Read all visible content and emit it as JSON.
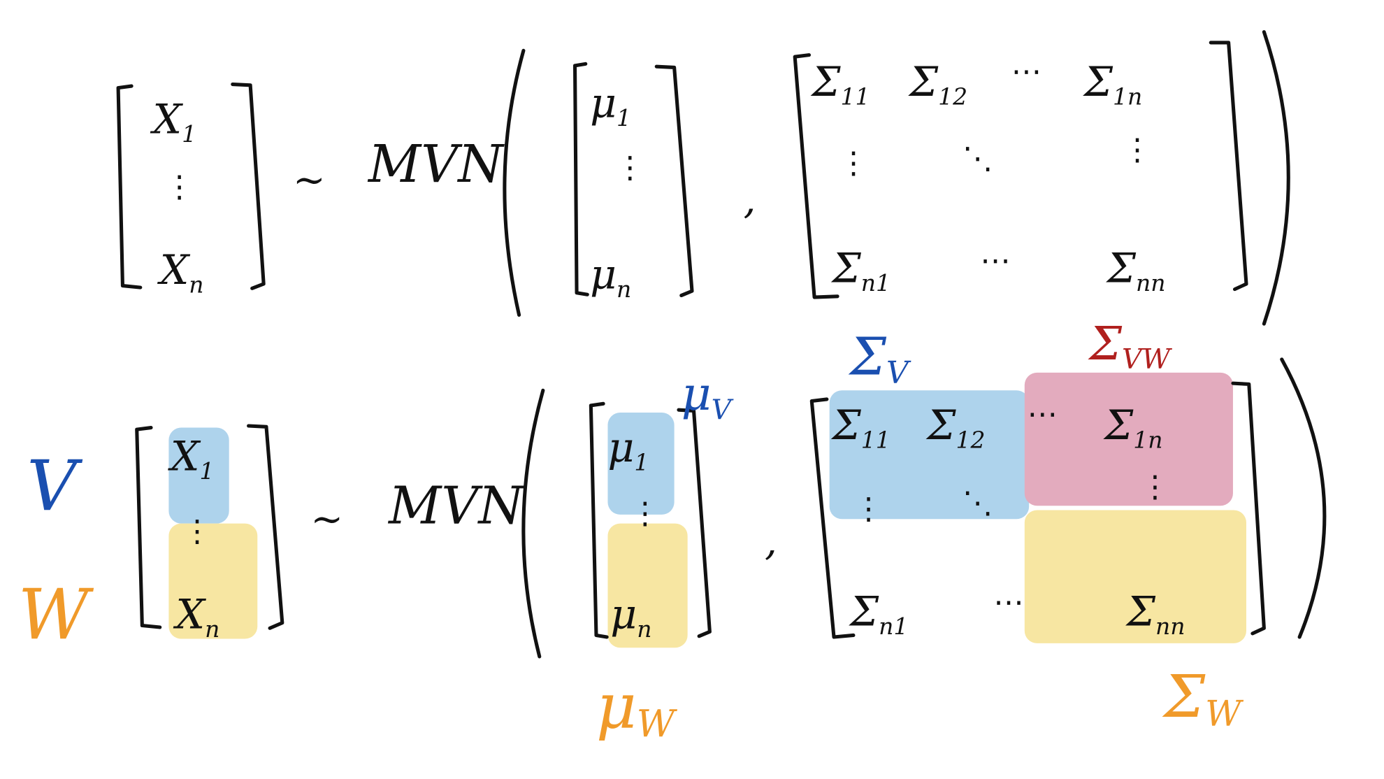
{
  "colors": {
    "ink": "#111111",
    "blue_fill": "#aed3ec",
    "pink_fill": "#e3abbe",
    "yellow_fill": "#f7e6a2",
    "blue_ink": "#1a4fb0",
    "red_ink": "#b0201e",
    "orange_ink": "#f09a2a"
  },
  "top": {
    "vector": [
      {
        "base": "X",
        "sub": "1"
      },
      {
        "base": "⋮",
        "sub": ""
      },
      {
        "base": "X",
        "sub": "n"
      }
    ],
    "tilde": "~",
    "dist": "MVN",
    "mean": [
      {
        "base": "μ",
        "sub": "1"
      },
      {
        "base": "⋮",
        "sub": ""
      },
      {
        "base": "μ",
        "sub": "n"
      }
    ],
    "comma": ",",
    "cov": [
      {
        "base": "Σ",
        "sub": "11"
      },
      {
        "base": "Σ",
        "sub": "12"
      },
      {
        "base": "⋯",
        "sub": ""
      },
      {
        "base": "Σ",
        "sub": "1n"
      },
      {
        "base": "⋮",
        "sub": ""
      },
      {
        "base": "⋱",
        "sub": ""
      },
      {
        "base": "⋮",
        "sub": ""
      },
      {
        "base": "Σ",
        "sub": "n1"
      },
      {
        "base": "⋯",
        "sub": ""
      },
      {
        "base": "Σ",
        "sub": "nn"
      }
    ]
  },
  "bottom": {
    "label_v": "V",
    "label_w": "W",
    "vector": [
      {
        "base": "X",
        "sub": "1"
      },
      {
        "base": "⋮",
        "sub": ""
      },
      {
        "base": "X",
        "sub": "n"
      }
    ],
    "tilde": "~",
    "dist": "MVN",
    "mean": [
      {
        "base": "μ",
        "sub": "1"
      },
      {
        "base": "⋮",
        "sub": ""
      },
      {
        "base": "μ",
        "sub": "n"
      }
    ],
    "mean_v_label": {
      "base": "μ",
      "sub": "V"
    },
    "mean_w_label": {
      "base": "μ",
      "sub": "W"
    },
    "comma": ",",
    "cov": [
      {
        "base": "Σ",
        "sub": "11"
      },
      {
        "base": "Σ",
        "sub": "12"
      },
      {
        "base": "⋯",
        "sub": ""
      },
      {
        "base": "Σ",
        "sub": "1n"
      },
      {
        "base": "⋮",
        "sub": ""
      },
      {
        "base": "⋱",
        "sub": ""
      },
      {
        "base": "⋮",
        "sub": ""
      },
      {
        "base": "Σ",
        "sub": "n1"
      },
      {
        "base": "⋯",
        "sub": ""
      },
      {
        "base": "Σ",
        "sub": "nn"
      }
    ],
    "cov_v_label": {
      "base": "Σ",
      "sub": "V"
    },
    "cov_vw_label": {
      "base": "Σ",
      "sub": "VW"
    },
    "cov_w_label": {
      "base": "Σ",
      "sub": "W"
    }
  }
}
